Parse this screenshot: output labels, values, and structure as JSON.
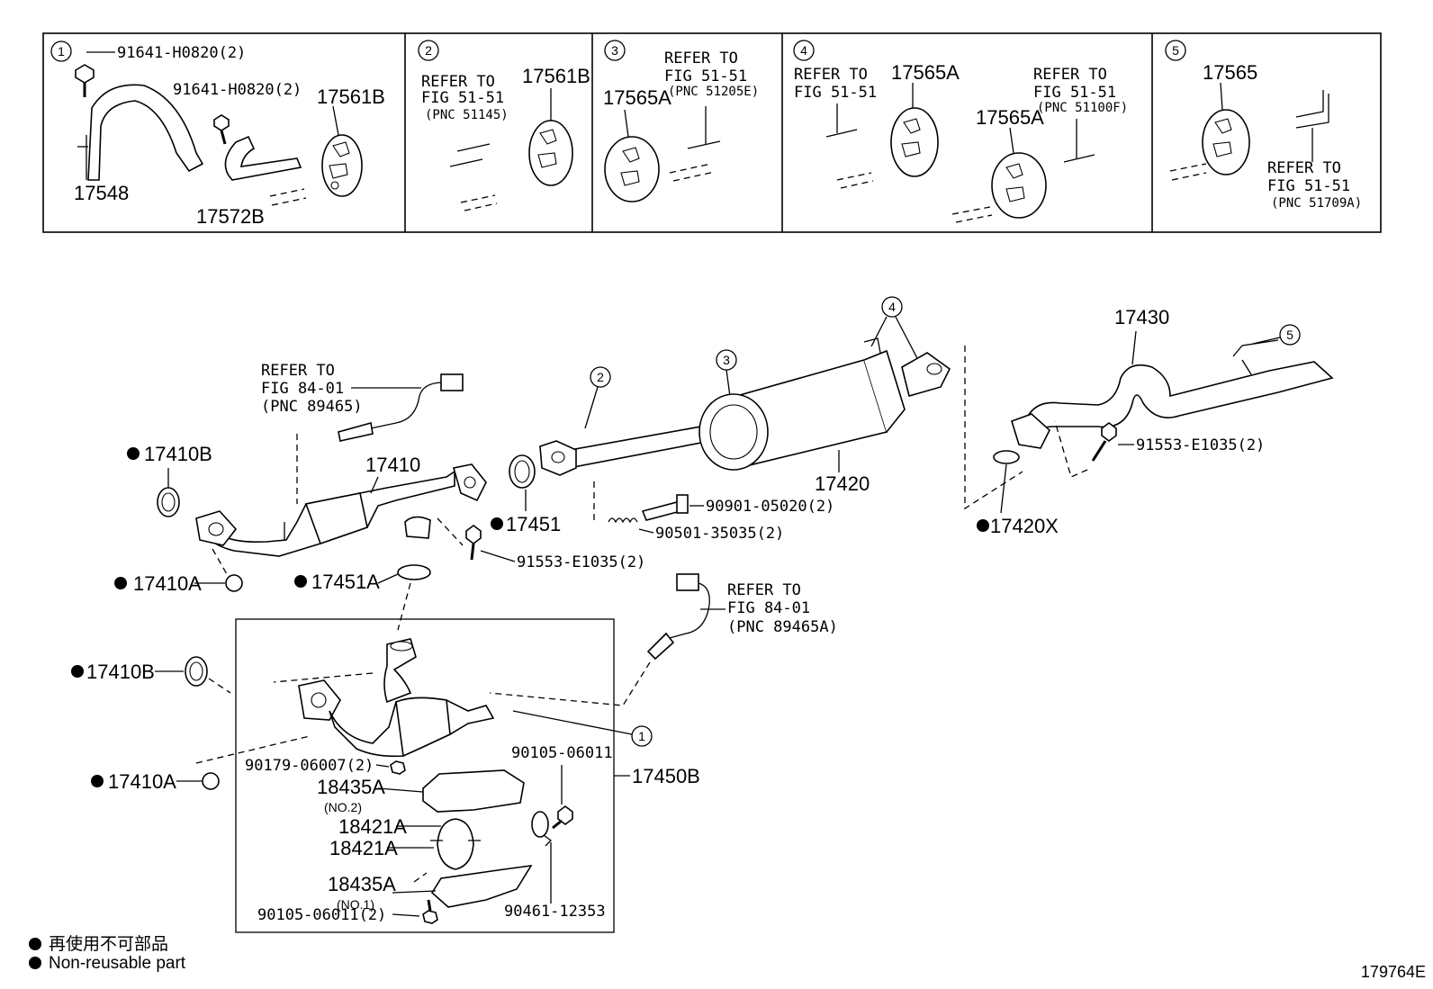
{
  "boxes": [
    {
      "num": "1",
      "labels": {
        "bolt_a": "91641-H0820(2)",
        "bolt_b": "91641-H0820(2)",
        "hanger": "17561B",
        "bracket": "17548",
        "clamp": "17572B"
      }
    },
    {
      "num": "2",
      "refer": [
        "REFER TO",
        "FIG 51-51",
        "(PNC 51145)"
      ],
      "hanger": "17561B"
    },
    {
      "num": "3",
      "refer": [
        "REFER TO",
        "FIG 51-51",
        "(PNC 51205E)"
      ],
      "hanger": "17565A"
    },
    {
      "num": "4",
      "refer_a": [
        "REFER TO",
        "FIG 51-51"
      ],
      "hanger_a": "17565A",
      "refer_b": [
        "REFER TO",
        "FIG 51-51",
        "(PNC 51100F)"
      ],
      "hanger_b": "17565A"
    },
    {
      "num": "5",
      "hanger": "17565",
      "refer": [
        "REFER TO",
        "FIG 51-51",
        "(PNC 51709A)"
      ]
    }
  ],
  "main": {
    "callout_4": "4",
    "callout_3": "3",
    "callout_2": "2",
    "callout_5": "5",
    "callout_1": "1",
    "tailpipe": "17430",
    "muffler": "17420",
    "gasket_17420x": "17420X",
    "bolt_91553_right": "91553-E1035(2)",
    "bolt_90901": "90901-05020(2)",
    "spring_90501": "90501-35035(2)",
    "gasket_17451": "17451",
    "gasket_17451a": "17451A",
    "bolt_91553_mid": "91553-E1035(2)",
    "front_pipe": "17410",
    "gasket_17410b_top": "17410B",
    "nut_17410a_top": "17410A",
    "gasket_17410b_bot": "17410B",
    "nut_17410a_bot": "17410A",
    "sensor_top": [
      "REFER TO",
      "FIG 84-01",
      "(PNC 89465)"
    ],
    "sensor_mid": [
      "REFER TO",
      "FIG 84-01",
      "(PNC 89465A)"
    ],
    "nut_90179": "90179-06007(2)",
    "insulator_no2": "18435A",
    "insulator_no2_sub": "(NO.2)",
    "band_a": "18421A",
    "band_b": "18421A",
    "insulator_no1": "18435A",
    "insulator_no1_sub": "(NO.1)",
    "bolt_90105_bot": "90105-06011(2)",
    "bolt_90105_top": "90105-06011",
    "clamp_90461": "90461-12353",
    "assy_17450b": "17450B"
  },
  "legend": {
    "line1": "再使用不可部品",
    "line2": "Non-reusable part"
  },
  "figure_code": "179764E"
}
